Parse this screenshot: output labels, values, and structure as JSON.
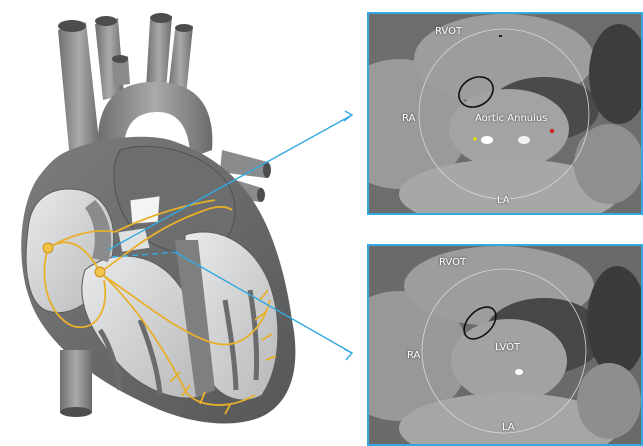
{
  "colors": {
    "panel_border": "#33a9e0",
    "connector_arrow": "#33a9e0",
    "conduction_system": "#e8b02a",
    "heart_dark": "#5f6062",
    "heart_mid": "#8e8f91",
    "heart_light": "#cfd0d2",
    "ct_tissue": "#8a8a8a",
    "ct_dark": "#3a3a3a"
  },
  "panels": [
    {
      "id": "upper",
      "labels": {
        "rvot": "RVOT",
        "ra": "RA",
        "center": "Aortic Annulus",
        "la": "LA"
      }
    },
    {
      "id": "lower",
      "labels": {
        "rvot": "RVOT",
        "ra": "RA",
        "center": "LVOT",
        "la": "LA"
      }
    }
  ]
}
